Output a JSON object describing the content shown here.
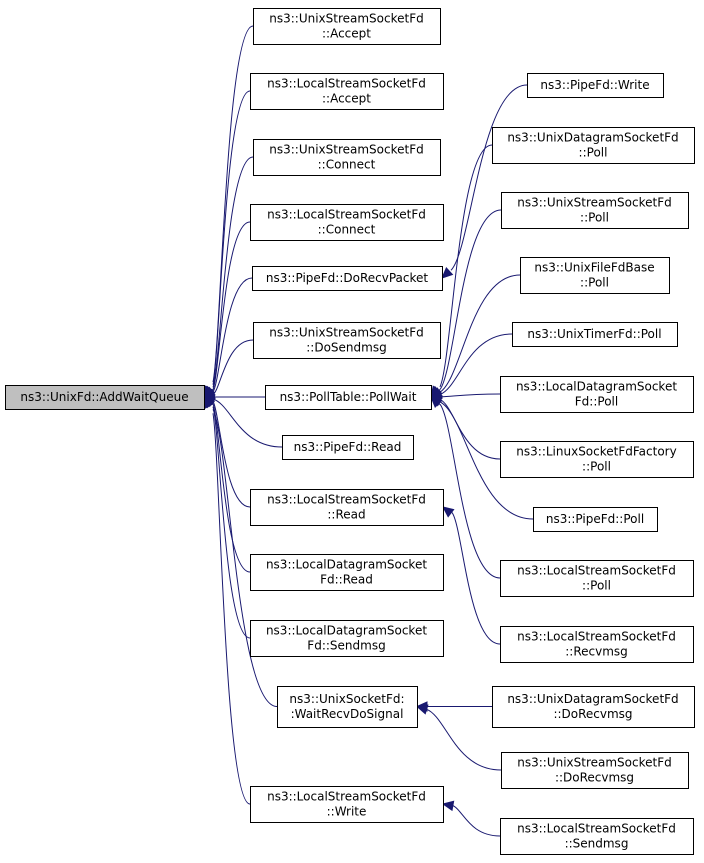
{
  "graph": {
    "root": {
      "id": "root",
      "lines": [
        "ns3::UnixFd::AddWaitQueue"
      ]
    },
    "nodes": [
      {
        "id": "ussf-accept",
        "lines": [
          "ns3::UnixStreamSocketFd",
          "::Accept"
        ]
      },
      {
        "id": "lssf-accept",
        "lines": [
          "ns3::LocalStreamSocketFd",
          "::Accept"
        ]
      },
      {
        "id": "ussf-connect",
        "lines": [
          "ns3::UnixStreamSocketFd",
          "::Connect"
        ]
      },
      {
        "id": "lssf-connect",
        "lines": [
          "ns3::LocalStreamSocketFd",
          "::Connect"
        ]
      },
      {
        "id": "pipe-dorecv",
        "lines": [
          "ns3::PipeFd::DoRecvPacket"
        ]
      },
      {
        "id": "ussf-dosendmsg",
        "lines": [
          "ns3::UnixStreamSocketFd",
          "::DoSendmsg"
        ]
      },
      {
        "id": "polltable-pollwait",
        "lines": [
          "ns3::PollTable::PollWait"
        ]
      },
      {
        "id": "pipe-read",
        "lines": [
          "ns3::PipeFd::Read"
        ]
      },
      {
        "id": "lssf-read",
        "lines": [
          "ns3::LocalStreamSocketFd",
          "::Read"
        ]
      },
      {
        "id": "ldsf-read",
        "lines": [
          "ns3::LocalDatagramSocket",
          "Fd::Read"
        ]
      },
      {
        "id": "ldsf-sendmsg",
        "lines": [
          "ns3::LocalDatagramSocket",
          "Fd::Sendmsg"
        ]
      },
      {
        "id": "usf-waitrecv",
        "lines": [
          "ns3::UnixSocketFd:",
          ":WaitRecvDoSignal"
        ]
      },
      {
        "id": "lssf-write",
        "lines": [
          "ns3::LocalStreamSocketFd",
          "::Write"
        ]
      },
      {
        "id": "pipe-write",
        "lines": [
          "ns3::PipeFd::Write"
        ]
      },
      {
        "id": "udsf-poll",
        "lines": [
          "ns3::UnixDatagramSocketFd",
          "::Poll"
        ]
      },
      {
        "id": "ussf-poll",
        "lines": [
          "ns3::UnixStreamSocketFd",
          "::Poll"
        ]
      },
      {
        "id": "uffb-poll",
        "lines": [
          "ns3::UnixFileFdBase",
          "::Poll"
        ]
      },
      {
        "id": "utfd-poll",
        "lines": [
          "ns3::UnixTimerFd::Poll"
        ]
      },
      {
        "id": "ldsf-poll",
        "lines": [
          "ns3::LocalDatagramSocket",
          "Fd::Poll"
        ]
      },
      {
        "id": "lsff-poll",
        "lines": [
          "ns3::LinuxSocketFdFactory",
          "::Poll"
        ]
      },
      {
        "id": "pipe-poll",
        "lines": [
          "ns3::PipeFd::Poll"
        ]
      },
      {
        "id": "lssf-poll",
        "lines": [
          "ns3::LocalStreamSocketFd",
          "::Poll"
        ]
      },
      {
        "id": "lssf-recvmsg",
        "lines": [
          "ns3::LocalStreamSocketFd",
          "::Recvmsg"
        ]
      },
      {
        "id": "udsf-dorecvmsg",
        "lines": [
          "ns3::UnixDatagramSocketFd",
          "::DoRecvmsg"
        ]
      },
      {
        "id": "ussf-dorecvmsg",
        "lines": [
          "ns3::UnixStreamSocketFd",
          "::DoRecvmsg"
        ]
      },
      {
        "id": "lssf-sendmsg",
        "lines": [
          "ns3::LocalStreamSocketFd",
          "::Sendmsg"
        ]
      }
    ],
    "edges": [
      {
        "from": "ussf-accept",
        "to": "root"
      },
      {
        "from": "lssf-accept",
        "to": "root"
      },
      {
        "from": "ussf-connect",
        "to": "root"
      },
      {
        "from": "lssf-connect",
        "to": "root"
      },
      {
        "from": "pipe-dorecv",
        "to": "root"
      },
      {
        "from": "ussf-dosendmsg",
        "to": "root"
      },
      {
        "from": "polltable-pollwait",
        "to": "root"
      },
      {
        "from": "pipe-read",
        "to": "root"
      },
      {
        "from": "lssf-read",
        "to": "root"
      },
      {
        "from": "ldsf-read",
        "to": "root"
      },
      {
        "from": "ldsf-sendmsg",
        "to": "root"
      },
      {
        "from": "usf-waitrecv",
        "to": "root"
      },
      {
        "from": "lssf-write",
        "to": "root"
      },
      {
        "from": "pipe-write",
        "to": "pipe-dorecv"
      },
      {
        "from": "udsf-poll",
        "to": "polltable-pollwait"
      },
      {
        "from": "ussf-poll",
        "to": "polltable-pollwait"
      },
      {
        "from": "uffb-poll",
        "to": "polltable-pollwait"
      },
      {
        "from": "utfd-poll",
        "to": "polltable-pollwait"
      },
      {
        "from": "ldsf-poll",
        "to": "polltable-pollwait"
      },
      {
        "from": "lsff-poll",
        "to": "polltable-pollwait"
      },
      {
        "from": "pipe-poll",
        "to": "polltable-pollwait"
      },
      {
        "from": "lssf-poll",
        "to": "polltable-pollwait"
      },
      {
        "from": "lssf-recvmsg",
        "to": "lssf-read"
      },
      {
        "from": "udsf-dorecvmsg",
        "to": "usf-waitrecv"
      },
      {
        "from": "ussf-dorecvmsg",
        "to": "usf-waitrecv"
      },
      {
        "from": "lssf-sendmsg",
        "to": "lssf-write"
      }
    ],
    "colors": {
      "edge": "#191970",
      "root_fill": "#bfbfbf",
      "node_fill": "#ffffff",
      "border": "#000000"
    }
  }
}
